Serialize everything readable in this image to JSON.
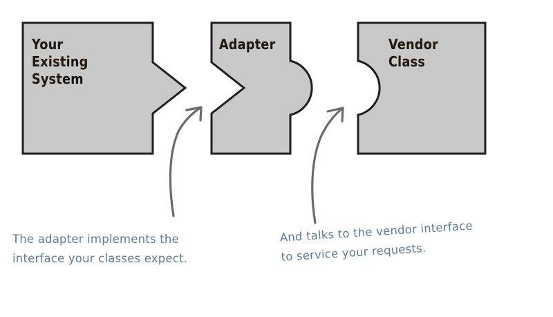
{
  "diagram": {
    "title": "Adapter Pattern Diagram",
    "background_color": "#ffffff",
    "shape_fill": "#c9c9c9",
    "shape_stroke": "#1f1f1f",
    "arrow_color": "#6b6b6b",
    "label_color": "#1a1a1a",
    "caption_color": "#5d7c99",
    "boxes": [
      {
        "id": "existing-system",
        "label": "Your\nExisting\nSystem",
        "connector_right": "chevron-tab",
        "connector_left": "none"
      },
      {
        "id": "adapter",
        "label": "Adapter",
        "connector_left": "chevron-notch",
        "connector_right": "round-tab"
      },
      {
        "id": "vendor-class",
        "label": "Vendor\nClass",
        "connector_left": "round-notch",
        "connector_right": "none"
      }
    ],
    "captions": [
      {
        "id": "adapter-implements",
        "text": "The adapter implements the\ninterface your classes expect."
      },
      {
        "id": "talks-to-vendor",
        "text": "And talks to the vendor interface\nto service your requests."
      }
    ],
    "arrows": [
      {
        "id": "arrow-to-adapter",
        "points_to": "adapter"
      },
      {
        "id": "arrow-to-vendor",
        "points_to": "vendor-class"
      }
    ]
  }
}
